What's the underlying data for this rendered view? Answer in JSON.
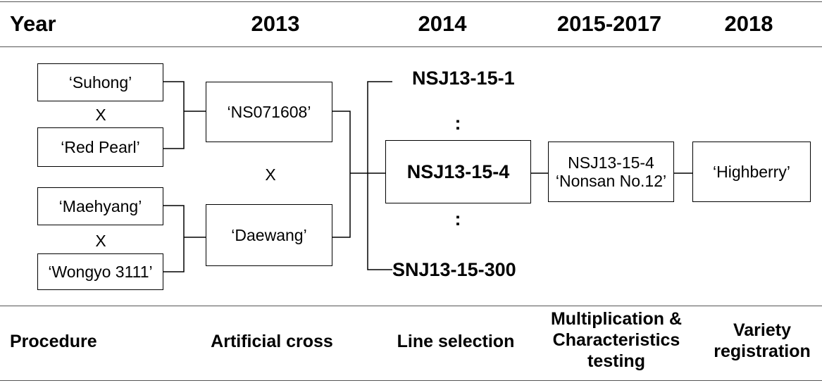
{
  "header": {
    "year_label": "Year",
    "years": [
      "2013",
      "2014",
      "2015-2017",
      "2018"
    ]
  },
  "parents": {
    "p1": "‘Suhong’",
    "p2": "‘Red Pearl’",
    "p3": "‘Maehyang’",
    "p4": "‘Wongyo 3111’",
    "cross_mark": "X"
  },
  "cross": {
    "f1_top": "‘NS071608’",
    "f1_bottom": "‘Daewang’",
    "cross_mark": "X"
  },
  "lines": {
    "first": "NSJ13-15-1",
    "selected": "NSJ13-15-4",
    "last": "SNJ13-15-300",
    "ellipsis": ":"
  },
  "multiplication": {
    "line1": "NSJ13-15-4",
    "line2": "‘Nonsan No.12’"
  },
  "registration": {
    "name": "‘Highberry’"
  },
  "footer": {
    "procedure_label": "Procedure",
    "steps": [
      "Artificial cross",
      "Line selection",
      "Multiplication & Characteristics testing",
      "Variety registration"
    ]
  }
}
